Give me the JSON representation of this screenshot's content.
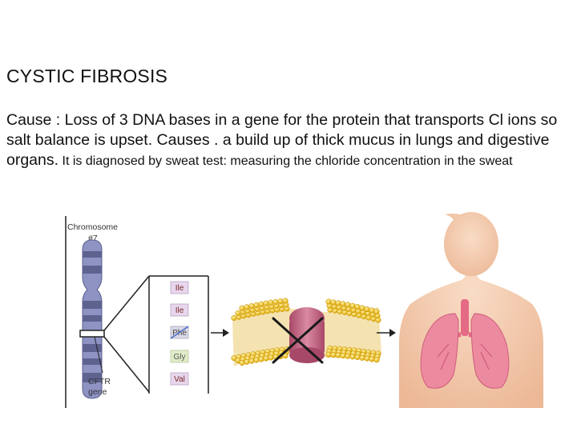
{
  "slide": {
    "title": "CYSTIC FIBROSIS",
    "cause_text": "Cause : Loss of 3 DNA bases in a gene for the protein that transports Cl ions so salt balance is upset. Causes . a build up of thick mucus in lungs and digestive organs.",
    "diagnosis_text": " It is diagnosed by sweat test: measuring the chloride concentration in the sweat"
  },
  "figure": {
    "chromosome_label_line1": "Chromosome",
    "chromosome_label_line2": "#7",
    "gene_label_line1": "CFTR",
    "gene_label_line2": "gene",
    "amino_acids": [
      "Ile",
      "Ile",
      "Phe",
      "Gly",
      "Val"
    ],
    "deleted_amino_acid": "Phe",
    "colors": {
      "chromosome": "#8e93c4",
      "chromosome_band": "#5d628f",
      "amino_acid_box": "#e7d6ec",
      "membrane_head": "#f0c21a",
      "protein": "#c86a86",
      "lungs": "#e97c95",
      "skin": "#f1c6a8",
      "cross": "#1a1a1a"
    }
  }
}
